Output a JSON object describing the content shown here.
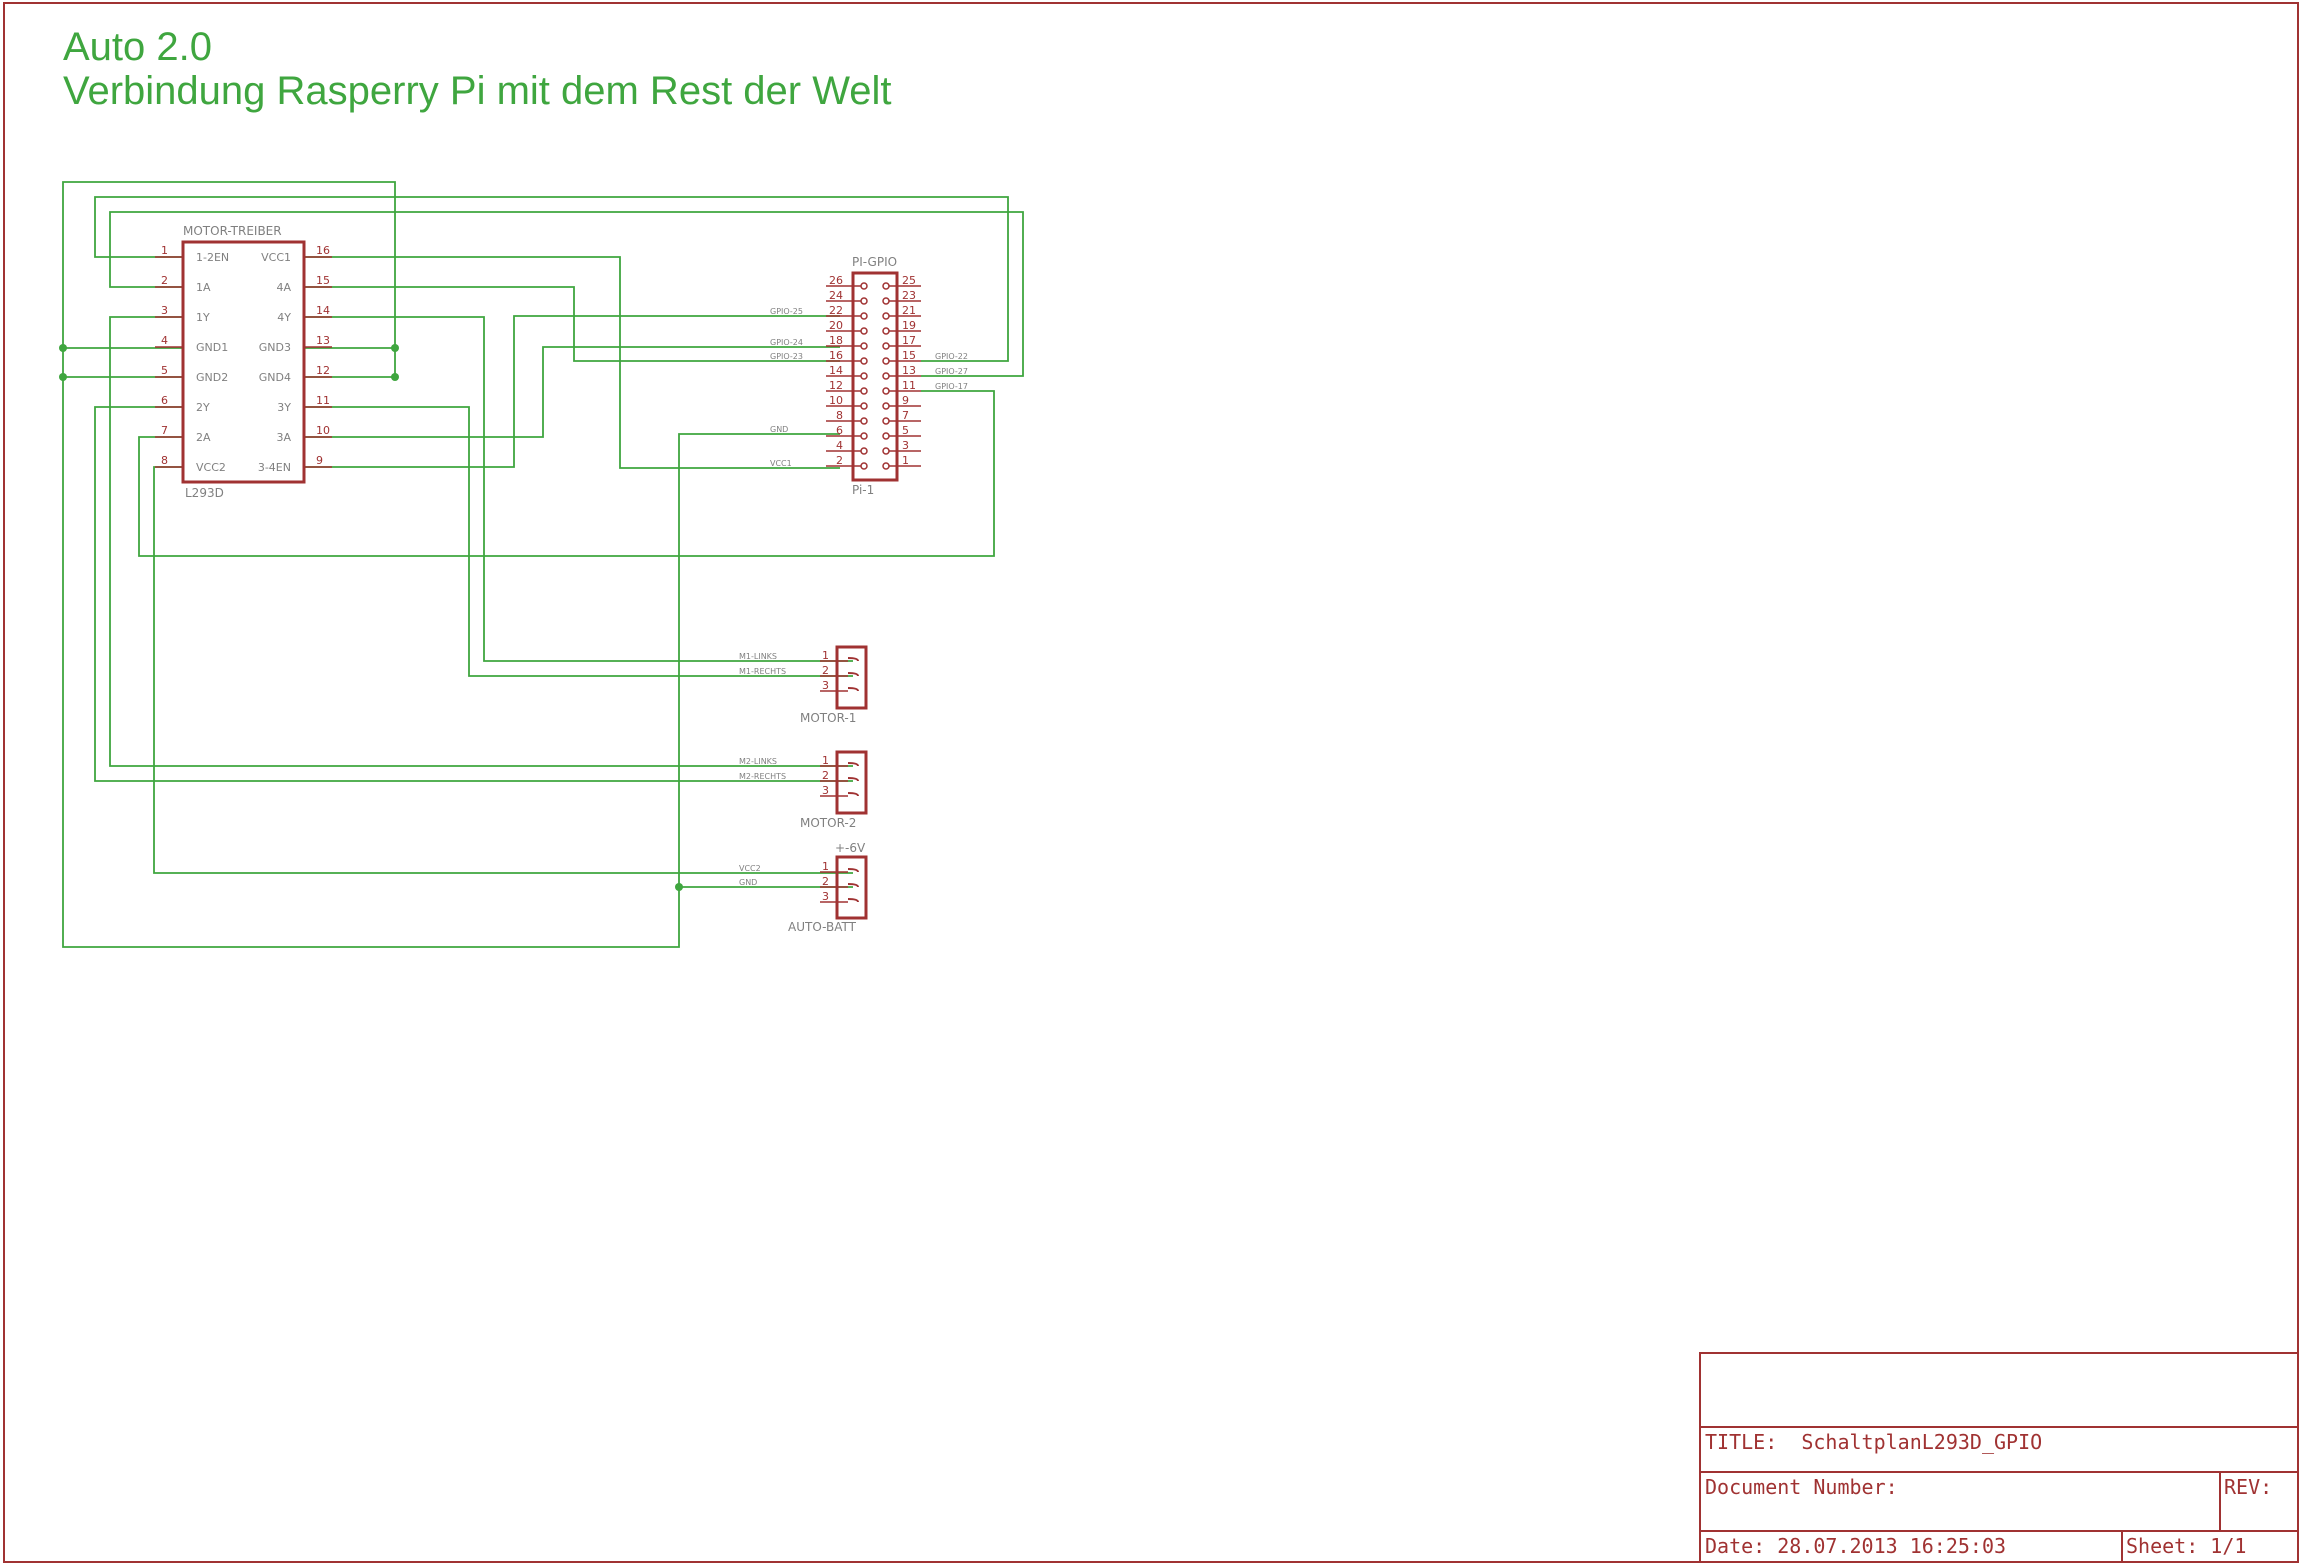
{
  "drawing": {
    "title_line1": "Auto 2.0",
    "title_line2": "Verbindung Rasperry Pi mit dem Rest der Welt"
  },
  "colors": {
    "frame": "#a03232",
    "symbol": "#a03232",
    "wire": "#3fa63f",
    "title": "#3fa63f",
    "pin_number": "#a03232",
    "label": "#808080",
    "titleblock_text": "#a03232"
  },
  "l293d": {
    "name_label": "MOTOR-TREIBER",
    "value_label": "L293D",
    "left_pins": [
      {
        "num": "1",
        "name": "1-2EN"
      },
      {
        "num": "2",
        "name": "1A"
      },
      {
        "num": "3",
        "name": "1Y"
      },
      {
        "num": "4",
        "name": "GND1"
      },
      {
        "num": "5",
        "name": "GND2"
      },
      {
        "num": "6",
        "name": "2Y"
      },
      {
        "num": "7",
        "name": "2A"
      },
      {
        "num": "8",
        "name": "VCC2"
      }
    ],
    "right_pins": [
      {
        "num": "16",
        "name": "VCC1"
      },
      {
        "num": "15",
        "name": "4A"
      },
      {
        "num": "14",
        "name": "4Y"
      },
      {
        "num": "13",
        "name": "GND3"
      },
      {
        "num": "12",
        "name": "GND4"
      },
      {
        "num": "11",
        "name": "3Y"
      },
      {
        "num": "10",
        "name": "3A"
      },
      {
        "num": "9",
        "name": "3-4EN"
      }
    ]
  },
  "gpio": {
    "name_label": "PI-GPIO",
    "value_label": "Pi-1",
    "left_pins": [
      "26",
      "24",
      "22",
      "20",
      "18",
      "16",
      "14",
      "12",
      "10",
      "8",
      "6",
      "4",
      "2"
    ],
    "right_pins": [
      "25",
      "23",
      "21",
      "19",
      "17",
      "15",
      "13",
      "11",
      "9",
      "7",
      "5",
      "3",
      "1"
    ],
    "left_net_labels": [
      "GPIO-25",
      "GPIO-24",
      "GPIO-23",
      "GND",
      "VCC1"
    ],
    "right_net_labels": [
      "GPIO-22",
      "GPIO-27",
      "GPIO-17"
    ]
  },
  "motor1": {
    "name_label": "MOTOR-1",
    "pins": [
      "1",
      "2",
      "3"
    ],
    "net_labels": [
      "M1-LINKS",
      "M1-RECHTS"
    ]
  },
  "motor2": {
    "name_label": "MOTOR-2",
    "pins": [
      "1",
      "2",
      "3"
    ],
    "net_labels": [
      "M2-LINKS",
      "M2-RECHTS"
    ]
  },
  "battery": {
    "value_label": "+-6V",
    "name_label": "AUTO-BATT",
    "pins": [
      "1",
      "2",
      "3"
    ],
    "net_labels": [
      "VCC2",
      "GND"
    ]
  },
  "titleblock": {
    "title": "TITLE:  SchaltplanL293D_GPIO",
    "doc_number": "Document Number:",
    "rev": "REV:",
    "date": "Date: 28.07.2013 16:25:03",
    "sheet": "Sheet: 1/1"
  }
}
